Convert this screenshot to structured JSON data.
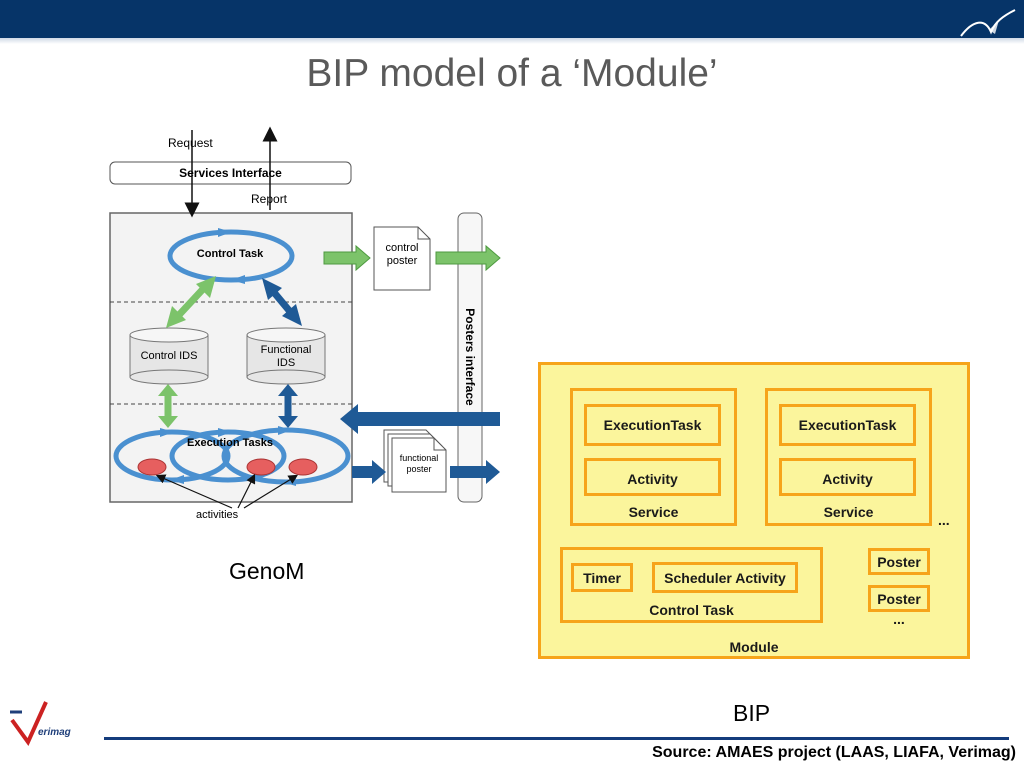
{
  "slide": {
    "title": "BIP model of a ‘Module’",
    "source": "Source: AMAES project (LAAS, LIAFA, Verimag)",
    "logo_text": "erimag"
  },
  "genom": {
    "caption": "GenoM",
    "request": "Request",
    "report": "Report",
    "services_interface": "Services Interface",
    "control_task": "Control Task",
    "control_ids": "Control IDS",
    "functional_ids_line1": "Functional",
    "functional_ids_line2": "IDS",
    "execution_tasks": "Execution Tasks",
    "activities": "activities",
    "control_poster_line1": "control",
    "control_poster_line2": "poster",
    "functional_poster_line1": "functional",
    "functional_poster_line2": "poster",
    "posters_interface": "Posters interface"
  },
  "bip": {
    "caption": "BIP",
    "module": "Module",
    "services": [
      {
        "execution_task": "ExecutionTask",
        "activity": "Activity",
        "service": "Service"
      },
      {
        "execution_task": "ExecutionTask",
        "activity": "Activity",
        "service": "Service"
      }
    ],
    "services_ellipsis": "...",
    "control_task": {
      "timer": "Timer",
      "scheduler": "Scheduler Activity",
      "label": "Control Task"
    },
    "posters": [
      "Poster",
      "Poster"
    ],
    "posters_ellipsis": "..."
  },
  "colors": {
    "header_navy": "#063468",
    "bip_fill": "#fbf59c",
    "bip_border": "#f6a41a",
    "cycle_blue": "#4a90d0",
    "arrow_green": "#7cc36a",
    "arrow_navy": "#1f5a96",
    "activity_red": "#e65f5f"
  }
}
